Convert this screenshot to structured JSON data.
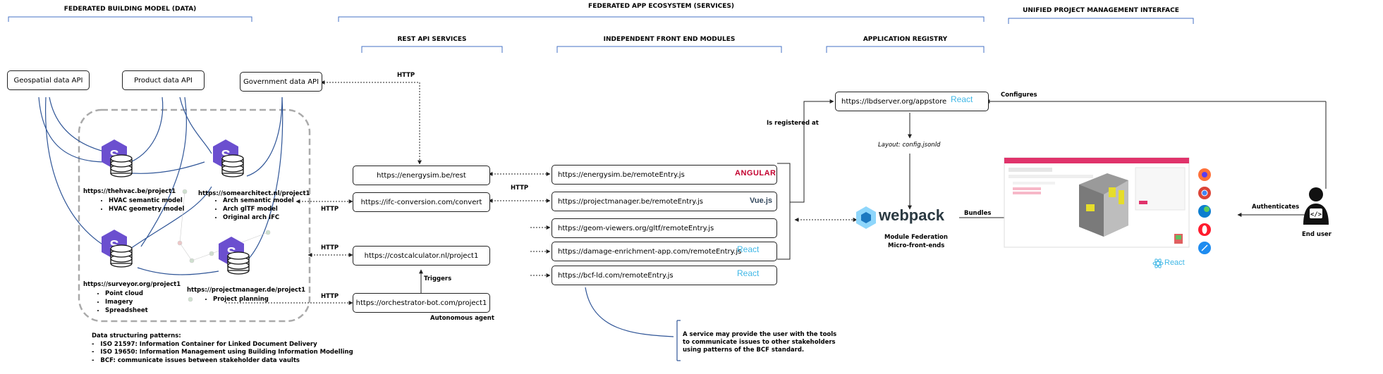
{
  "headers": {
    "federated_building_model": "FEDERATED BUILDING MODEL (DATA)",
    "federated_app_ecosystem": "FEDERATED APP ECOSYSTEM (SERVICES)",
    "unified_pm_interface": "UNIFIED PROJECT MANAGEMENT INTERFACE",
    "rest_api_services": "REST API SERVICES",
    "independent_frontend_modules": "INDEPENDENT FRONT END MODULES",
    "application_registry": "APPLICATION REGISTRY"
  },
  "data_apis": {
    "geospatial": "Geospatial data API",
    "product": "Product data API",
    "government": "Government data API"
  },
  "vaults": {
    "hvac": {
      "url": "https://thehvac.be/project1",
      "items": [
        "HVAC semantic model",
        "HVAC geometry model"
      ]
    },
    "architect": {
      "url": "https://somearchitect.nl/project1",
      "items": [
        "Arch semantic model",
        "Arch glTF model",
        "Original arch IFC"
      ]
    },
    "surveyor": {
      "url": "https://surveyor.org/project1",
      "items": [
        "Point cloud",
        "Imagery",
        "Spreadsheet"
      ]
    },
    "projectmanager": {
      "url": "https://projectmanager.de/project1",
      "items": [
        "Project planning"
      ]
    }
  },
  "patterns": {
    "title": "Data structuring patterns:",
    "items": [
      "ISO 21597: Information Container for Linked Document Delivery",
      "ISO 19650: Information Management using Building Information Modelling",
      "BCF: communicate issues between stakeholder data vaults"
    ]
  },
  "rest_services": [
    "https://energysim.be/rest",
    "https://ifc-conversion.com/convert",
    "https://costcalculator.nl/project1",
    "https://orchestrator-bot.com/project1"
  ],
  "autonomous_agent": "Autonomous agent",
  "triggers": "Triggers",
  "http": "HTTP",
  "frontend_modules": [
    {
      "url": "https://energysim.be/remoteEntry.js",
      "logo": "ANGULAR"
    },
    {
      "url": "https://projectmanager.be/remoteEntry.js",
      "logo": "Vue.js"
    },
    {
      "url": "https://geom-viewers.org/gltf/remoteEntry.js",
      "logo": "html-css-js-icons"
    },
    {
      "url": "https://damage-enrichment-app.com/remoteEntry.js",
      "logo": "React"
    },
    {
      "url": "https://bcf-ld.com/remoteEntry.js",
      "logo": "React"
    }
  ],
  "bcf_note": "A service may provide the user with the tools to communicate issues to other stakeholders using patterns of the BCF standard.",
  "registry": {
    "url": "https://lbdserver.org/appstore",
    "logo": "React",
    "is_registered_at": "Is registered at",
    "layout": "Layout: config.jsonld",
    "configures": "Configures"
  },
  "webpack": {
    "logo": "webpack",
    "caption_line1": "Module Federation",
    "caption_line2": "Micro-front-ends",
    "bundles": "Bundles"
  },
  "end_user": {
    "label": "End user",
    "authenticates": "Authenticates"
  },
  "interface_logo": "React"
}
